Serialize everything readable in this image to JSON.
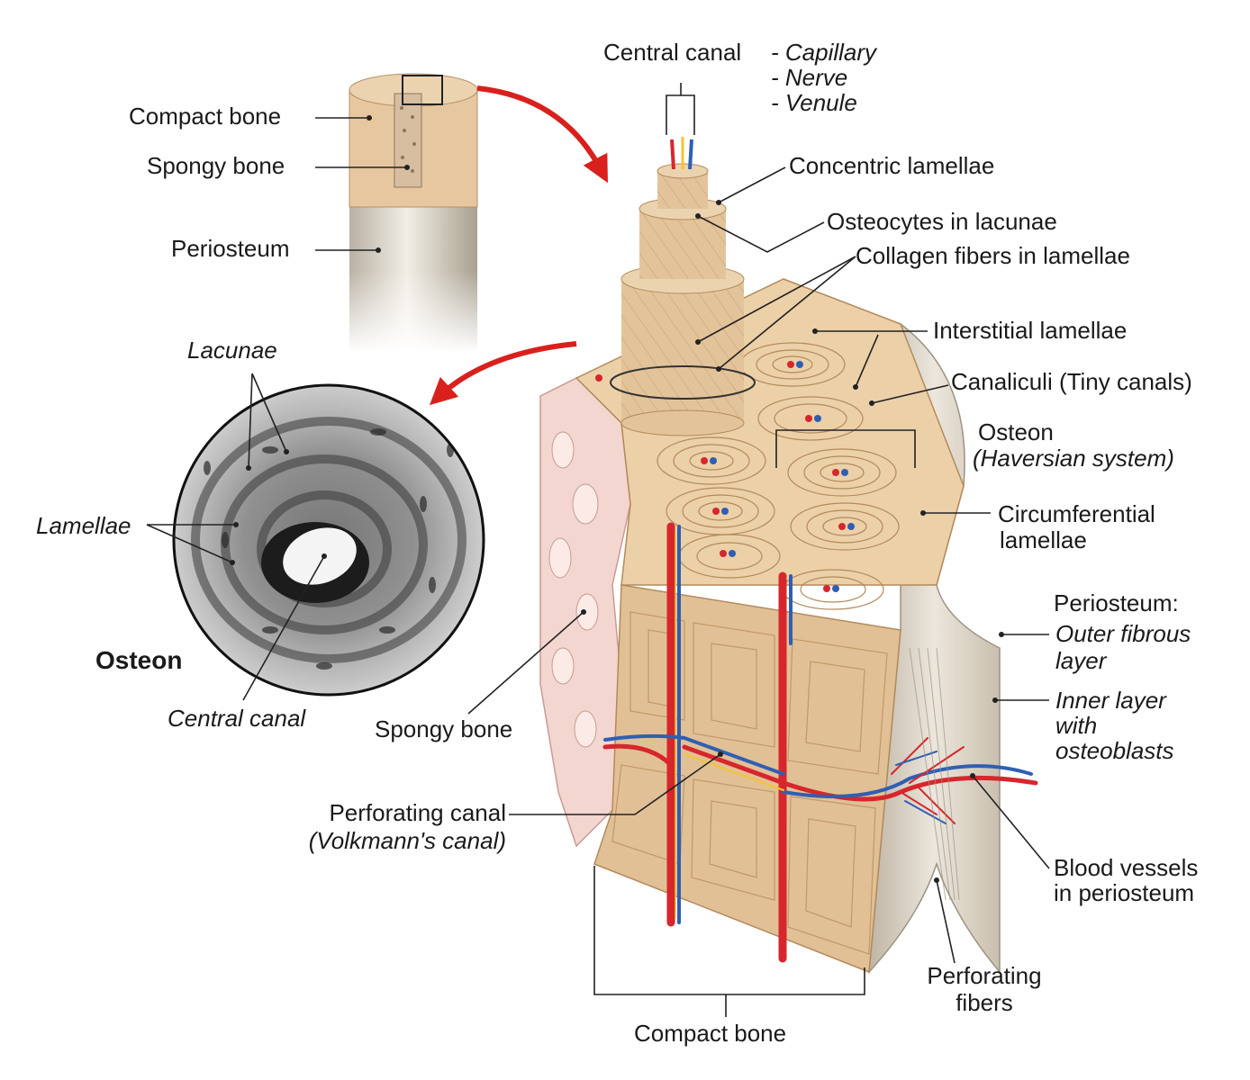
{
  "labels": {
    "central_canal_top": "Central canal",
    "capillary": "- Capillary",
    "nerve": "- Nerve",
    "venule": "- Venule",
    "compact_bone_inset": "Compact bone",
    "spongy_bone_inset": "Spongy bone",
    "periosteum_inset": "Periosteum",
    "concentric_lamellae": "Concentric lamellae",
    "osteocytes": "Osteocytes in lacunae",
    "collagen": "Collagen fibers in lamellae",
    "interstitial": "Interstitial lamellae",
    "canaliculi": "Canaliculi (Tiny canals)",
    "osteon": "Osteon",
    "haversian": "(Haversian system)",
    "circumferential_1": "Circumferential",
    "circumferential_2": "lamellae",
    "periosteum_colon": "Periosteum:",
    "outer_fibrous_1": "Outer fibrous",
    "outer_fibrous_2": "layer",
    "inner_layer_1": "Inner layer",
    "inner_layer_2": "with",
    "inner_layer_3": "osteoblasts",
    "blood_vessels_1": "Blood vessels",
    "blood_vessels_2": "in periosteum",
    "perforating_fibers_1": "Perforating",
    "perforating_fibers_2": "fibers",
    "compact_bone_bottom": "Compact bone",
    "spongy_bone_main": "Spongy bone",
    "perforating_canal": "Perforating canal",
    "volkmann": "(Volkmann's canal)",
    "lacunae": "Lacunae",
    "lamellae": "Lamellae",
    "osteon_title": "Osteon",
    "central_canal_micro": "Central canal"
  },
  "colors": {
    "bone": "#e8c9a0",
    "bone_dark": "#caa170",
    "spongy": "#f3d6d0",
    "artery": "#d7262c",
    "vein": "#2f5fb3",
    "nerve": "#f2c531",
    "arrow": "#d9201c",
    "periosteum": "#d8d0c2"
  }
}
